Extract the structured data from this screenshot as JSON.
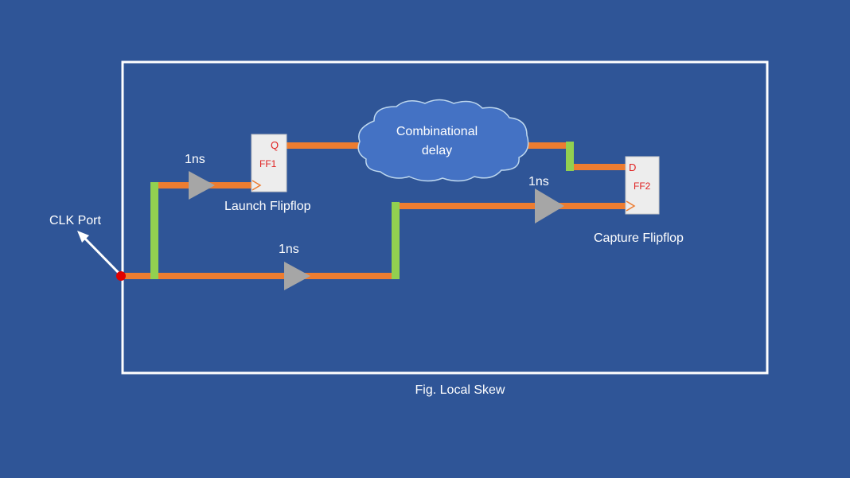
{
  "colors": {
    "background": "#2F5597",
    "frame": "#FFFFFF",
    "wire": "#ED7D31",
    "branch": "#92D050",
    "buffer": "#A6A6A6",
    "cloud": "#4472C4",
    "flipflop_fill": "#EDEDED",
    "flipflop_text": "#E02020",
    "port_dot": "#E00000",
    "text": "#FFFFFF"
  },
  "labels": {
    "clk_port": "CLK Port",
    "cloud": [
      "Combinational",
      "delay"
    ],
    "launch_ff": "Launch Flipflop",
    "capture_ff": "Capture Flipflop",
    "delay_top": "1ns",
    "delay_bottom": "1ns",
    "delay_capture": "1ns",
    "caption": "Fig. Local Skew"
  },
  "ff1": {
    "name": "FF1",
    "pin": "Q"
  },
  "ff2": {
    "name": "FF2",
    "pin": "D"
  }
}
